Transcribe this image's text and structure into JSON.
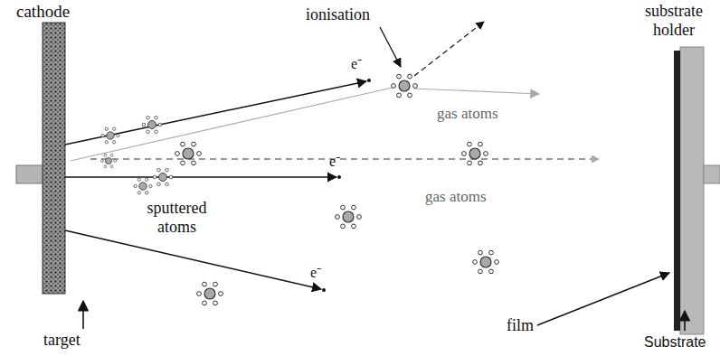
{
  "diagram": {
    "labels": [
      "ionisation",
      "substrate holder",
      "cathode",
      "e⁻",
      "gas atoms",
      "e⁻",
      "sputtered atoms",
      "gas atoms",
      "e⁻",
      "target",
      "film",
      "Substrate"
    ]
  }
}
